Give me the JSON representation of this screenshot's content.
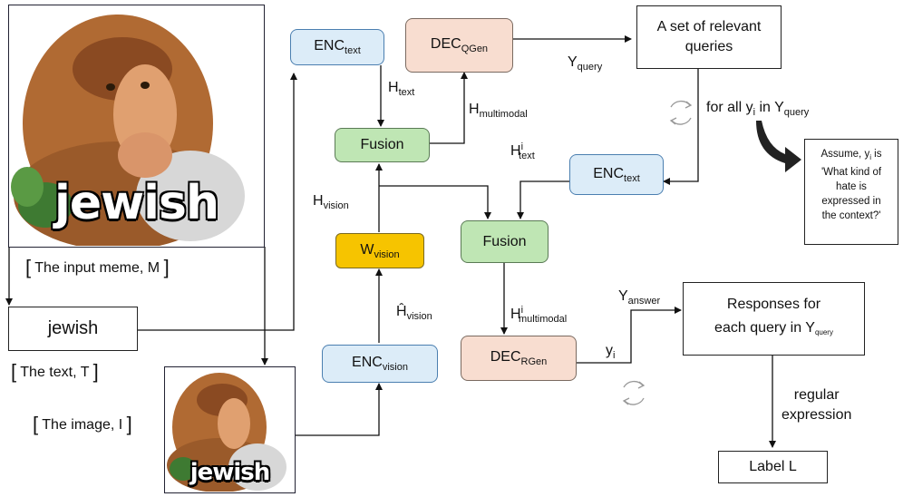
{
  "meme_large": {
    "caption_word": "jewish"
  },
  "meme_small": {
    "caption_word": "jewish"
  },
  "input_meme_label": "The input meme, M",
  "text_box": "jewish",
  "text_label": "The text, T",
  "image_label": "The image, I",
  "enc_text_top": {
    "base": "ENC",
    "sub": "text"
  },
  "dec_qgen": {
    "base": "DEC",
    "sub": "QGen"
  },
  "query_set_box": "A set of relevant queries",
  "y_query": {
    "base": "Y",
    "sub": "query"
  },
  "h_text": {
    "base": "H",
    "sub": "text"
  },
  "h_multimodal": {
    "base": "H",
    "sub": "multimodal"
  },
  "fusion_top": "Fusion",
  "loop_text": {
    "prefix": "for all y",
    "sub1": "i",
    "mid": " in Y",
    "sub2": "query"
  },
  "assume_note": {
    "l1_pre": "Assume, y",
    "l1_sub": "i",
    "l1_post": " is",
    "l2": "'What kind of",
    "l3": "hate is",
    "l4": "expressed in",
    "l5": "the context?'"
  },
  "h_i_text": {
    "base": "H",
    "sup": "i",
    "sub": "text"
  },
  "enc_text_right": {
    "base": "ENC",
    "sub": "text"
  },
  "h_vision": {
    "base": "H",
    "sub": "vision"
  },
  "fusion_mid": "Fusion",
  "w_vision": {
    "base": "W",
    "sub": "vision"
  },
  "h_hat_vision": {
    "base": "Ĥ",
    "sub": "vision"
  },
  "h_i_multimodal": {
    "base": "H",
    "sup": "i",
    "sub": "multimodal"
  },
  "y_answer": {
    "base": "Y",
    "sub": "answer"
  },
  "responses_box": {
    "line1": "Responses for",
    "line2_pre": "each query in Y",
    "line2_sub": "query"
  },
  "enc_vision": {
    "base": "ENC",
    "sub": "vision"
  },
  "dec_rgen": {
    "base": "DEC",
    "sub": "RGen"
  },
  "y_i": {
    "base": "y",
    "sub": "i"
  },
  "regex_label": {
    "line1": "regular",
    "line2": "expression"
  },
  "label_box": "Label L"
}
